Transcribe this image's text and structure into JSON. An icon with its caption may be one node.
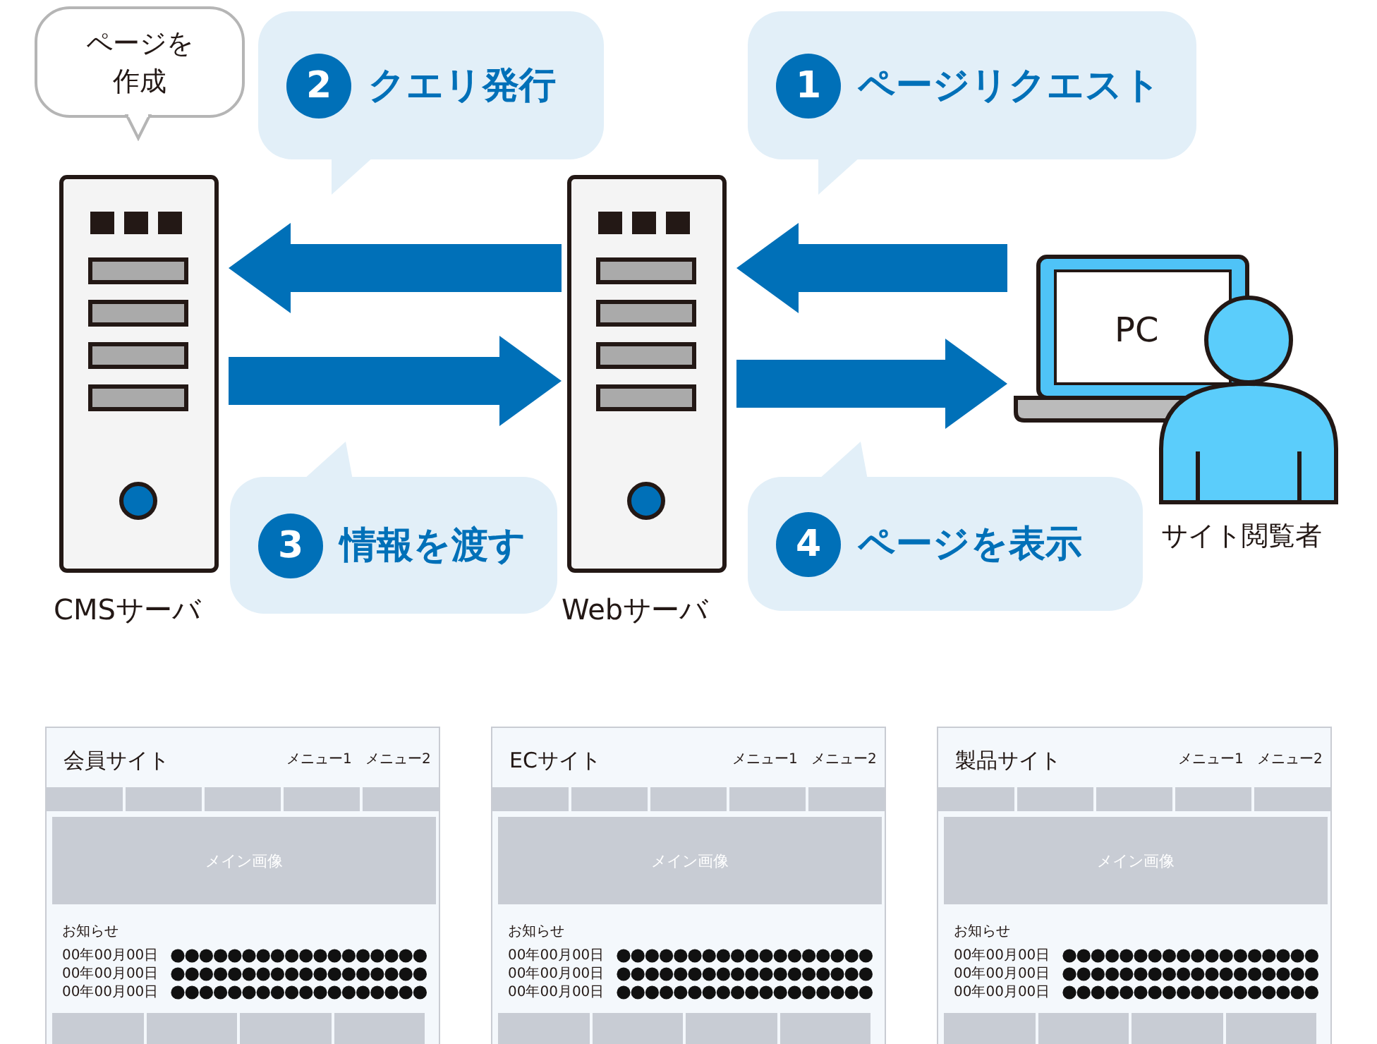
{
  "diagram": {
    "nodes": [
      {
        "text": [
          "ページを作成"
        ]
      },
      {
        "text": [
          "2",
          "クエリ発行"
        ]
      },
      {
        "text": [
          "1",
          "ページリクエスト"
        ]
      },
      {
        "text": [
          "CMSサーバ"
        ]
      },
      {
        "text": [
          "Webサーバ"
        ]
      },
      {
        "text": [
          "PC"
        ]
      },
      {
        "text": [
          "サイト閲覧者"
        ]
      },
      {
        "text": [
          "3",
          "情報を渡す"
        ]
      },
      {
        "text": [
          "4",
          "ページを表示"
        ]
      },
      {
        "text": [
          "会員サイト",
          "メニュー1",
          "メニュー2",
          "お知らせ",
          "00年00月00日",
          "00年00月00日",
          "00年00月00日"
        ]
      },
      {
        "text": [
          "メイン画像"
        ],
        "in": 9
      },
      {
        "text": [
          "ECサイト",
          "メニュー1",
          "メニュー2",
          "お知らせ",
          "00年00月00日",
          "00年00月00日",
          "00年00月00日"
        ]
      },
      {
        "text": [
          "メイン画像"
        ],
        "in": 11
      },
      {
        "text": [
          "製品サイト",
          "メニュー1",
          "メニュー2",
          "お知らせ",
          "00年00月00日",
          "00年00月00日",
          "00年00月00日"
        ]
      },
      {
        "text": [
          "メイン画像"
        ],
        "in": 13
      }
    ],
    "edges": [
      {
        "from": 5,
        "to": 4,
        "arrow": "to"
      },
      {
        "from": 4,
        "to": 3,
        "arrow": "to"
      },
      {
        "from": 3,
        "to": 4,
        "arrow": "to"
      },
      {
        "from": 4,
        "to": 5,
        "arrow": "to"
      }
    ]
  }
}
